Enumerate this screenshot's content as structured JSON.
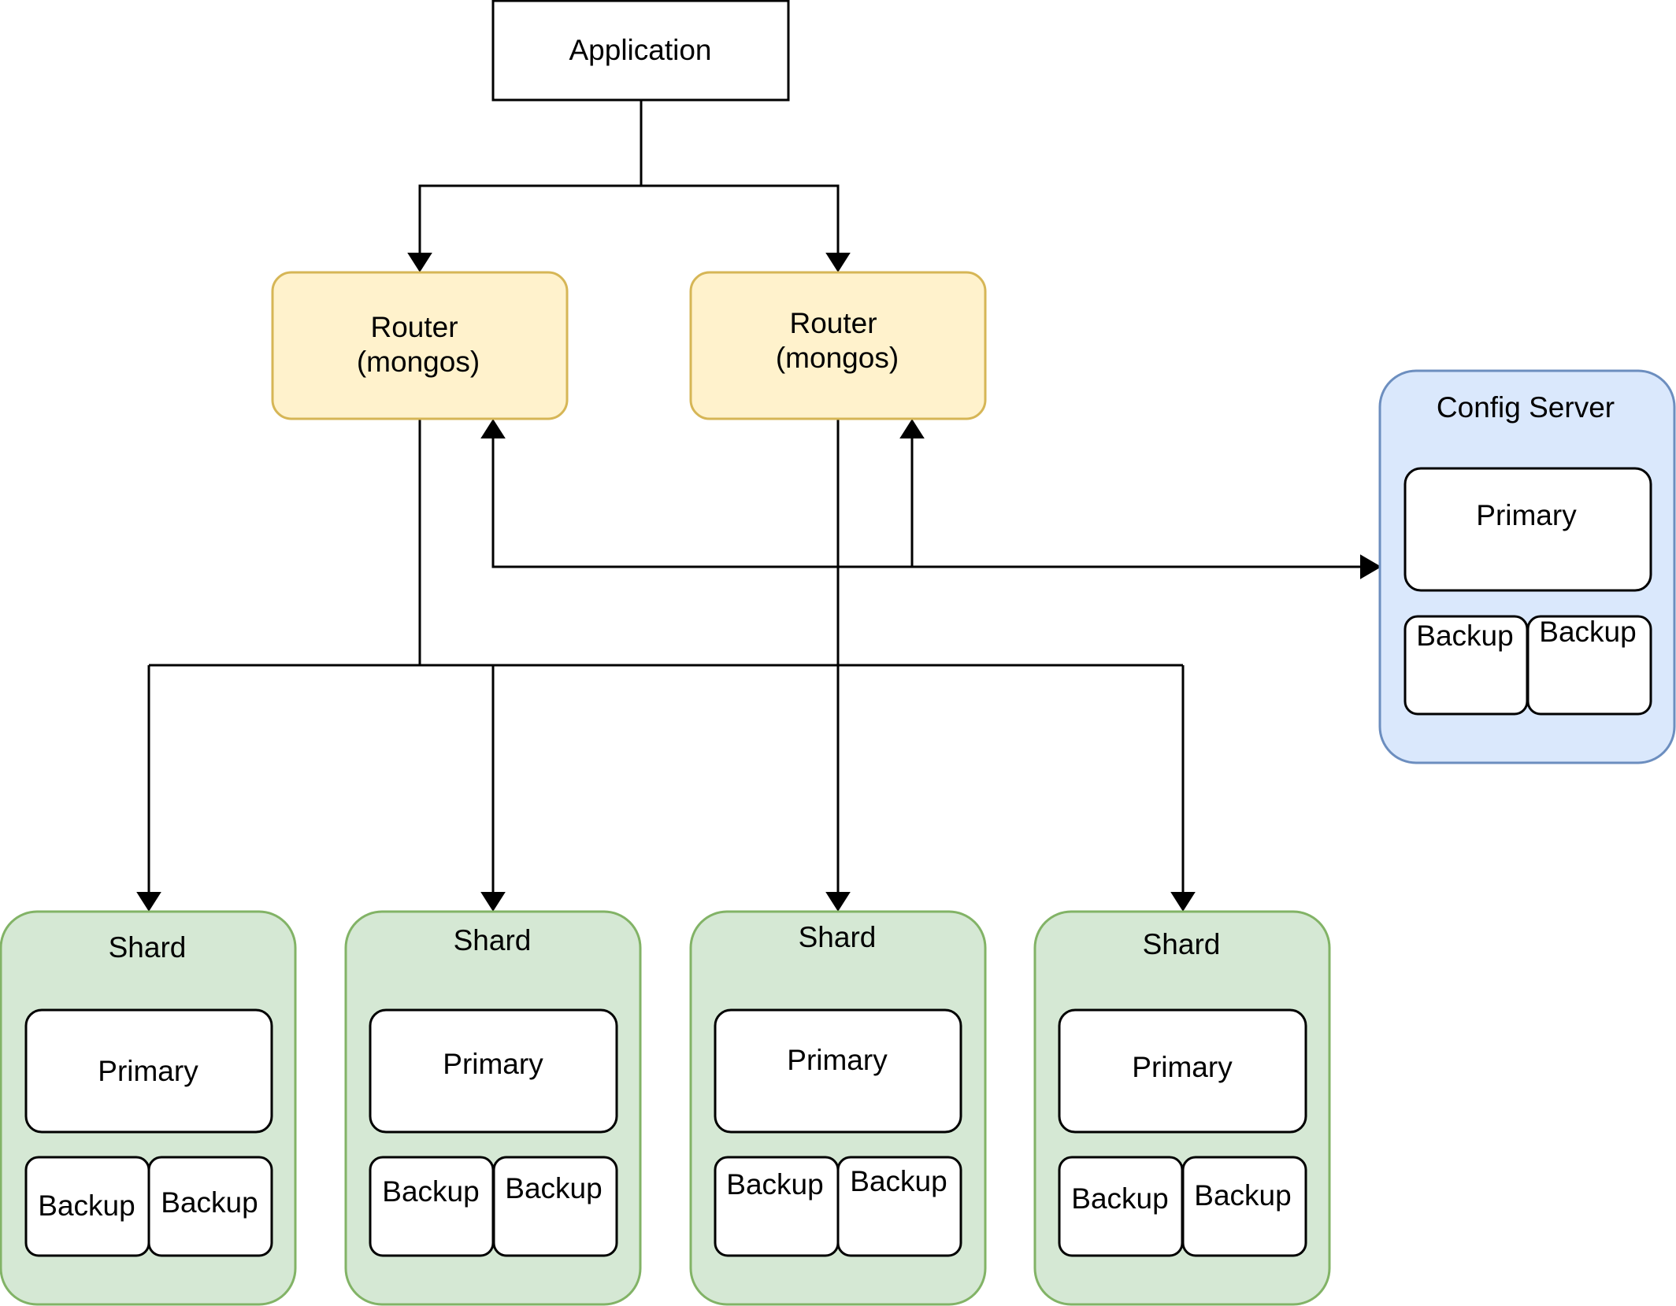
{
  "application": {
    "label": "Application",
    "fill": "#ffffff",
    "stroke": "#000000"
  },
  "routers": [
    {
      "line1": "Router",
      "line2": "(mongos)"
    },
    {
      "line1": "Router",
      "line2": "(mongos)"
    }
  ],
  "router_style": {
    "fill": "#fff2cc",
    "stroke": "#d6b656"
  },
  "config_server": {
    "title": "Config Server",
    "primary": "Primary",
    "backups": [
      "Backup",
      "Backup"
    ],
    "fill": "#dae8fc",
    "stroke": "#6c8ebf"
  },
  "shards": [
    {
      "title": "Shard",
      "primary": "Primary",
      "backups": [
        "Backup",
        "Backup"
      ]
    },
    {
      "title": "Shard",
      "primary": "Primary",
      "backups": [
        "Backup",
        "Backup"
      ]
    },
    {
      "title": "Shard",
      "primary": "Primary",
      "backups": [
        "Backup",
        "Backup"
      ]
    },
    {
      "title": "Shard",
      "primary": "Primary",
      "backups": [
        "Backup",
        "Backup"
      ]
    }
  ],
  "shard_style": {
    "fill": "#d5e8d4",
    "stroke": "#82b366"
  },
  "inner_style": {
    "fill": "#ffffff",
    "stroke": "#000000"
  }
}
